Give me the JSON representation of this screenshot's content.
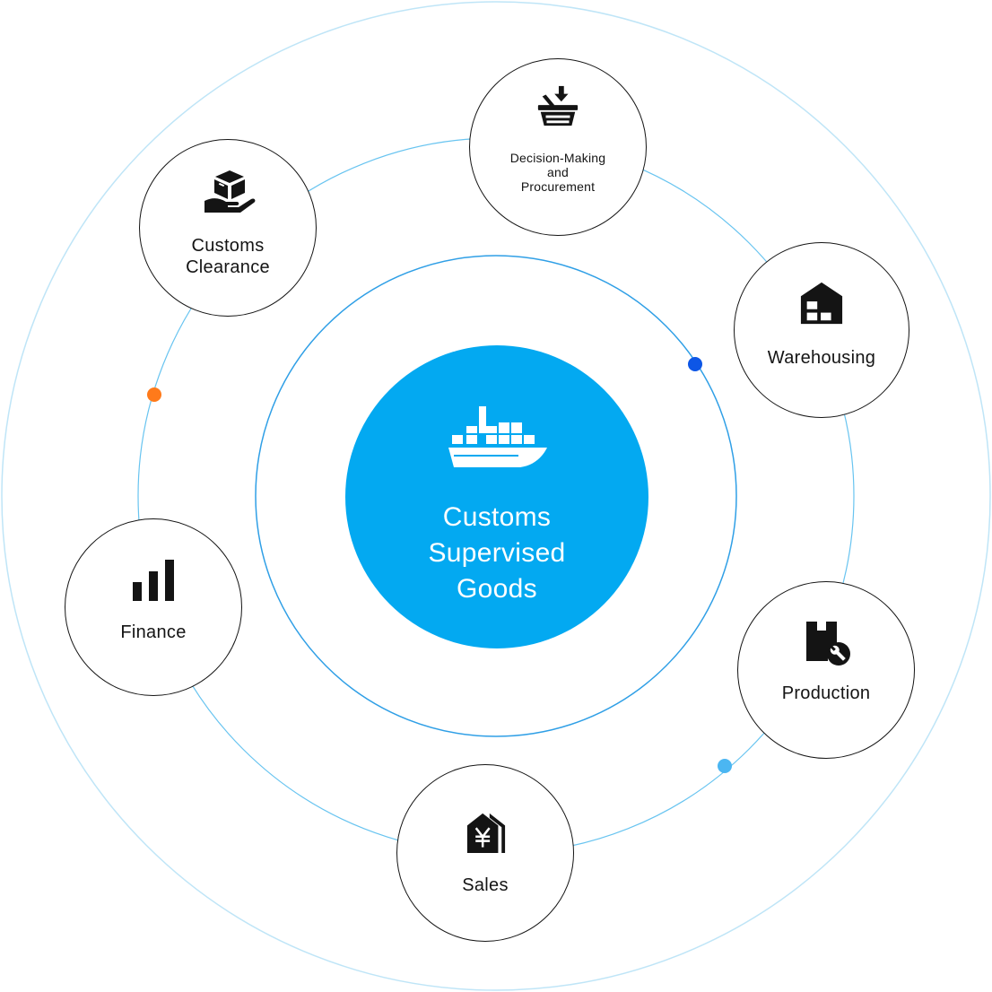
{
  "center": {
    "label_lines": [
      "Customs",
      "Supervised",
      "Goods"
    ],
    "icon": "cargo-ship-icon",
    "color": "#03a9f1"
  },
  "nodes": [
    {
      "id": "decision",
      "label_lines": [
        "Decision-Making",
        "and",
        "Procurement"
      ],
      "icon": "shopping-basket-icon"
    },
    {
      "id": "customs",
      "label_lines": [
        "Customs",
        "Clearance"
      ],
      "icon": "hand-package-icon"
    },
    {
      "id": "warehousing",
      "label_lines": [
        "Warehousing"
      ],
      "icon": "warehouse-icon"
    },
    {
      "id": "finance",
      "label_lines": [
        "Finance"
      ],
      "icon": "bar-chart-icon"
    },
    {
      "id": "production",
      "label_lines": [
        "Production"
      ],
      "icon": "factory-wrench-icon"
    },
    {
      "id": "sales",
      "label_lines": [
        "Sales"
      ],
      "icon": "yen-store-icon"
    }
  ],
  "colors": {
    "ring": "#68c4f0",
    "outer_ring": "#bfe5f7",
    "node_border": "#141414",
    "dot_orange": "#ff7a1a",
    "dot_blue": "#0d56e6",
    "dot_light_blue": "#4bb6f2"
  }
}
